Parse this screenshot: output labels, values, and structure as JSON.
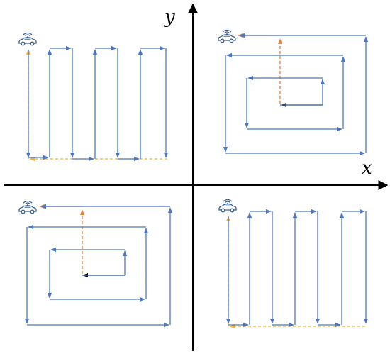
{
  "axes": {
    "x_label": "x",
    "y_label": "y"
  },
  "colors": {
    "path": "#4a78c2",
    "dashed_yellow": "#f2b233",
    "dashed_orange": "#e8803a",
    "start_segment": "#000000",
    "axis": "#000000",
    "car": "#3a5f8f"
  },
  "quadrants": [
    {
      "id": "top-left",
      "pattern": "boustrophedon",
      "car_icon": "car-with-signal-icon"
    },
    {
      "id": "top-right",
      "pattern": "outward-spiral",
      "car_icon": "car-with-signal-icon"
    },
    {
      "id": "bottom-left",
      "pattern": "outward-spiral",
      "car_icon": "car-with-signal-icon"
    },
    {
      "id": "bottom-right",
      "pattern": "boustrophedon",
      "car_icon": "car-with-signal-icon"
    }
  ]
}
